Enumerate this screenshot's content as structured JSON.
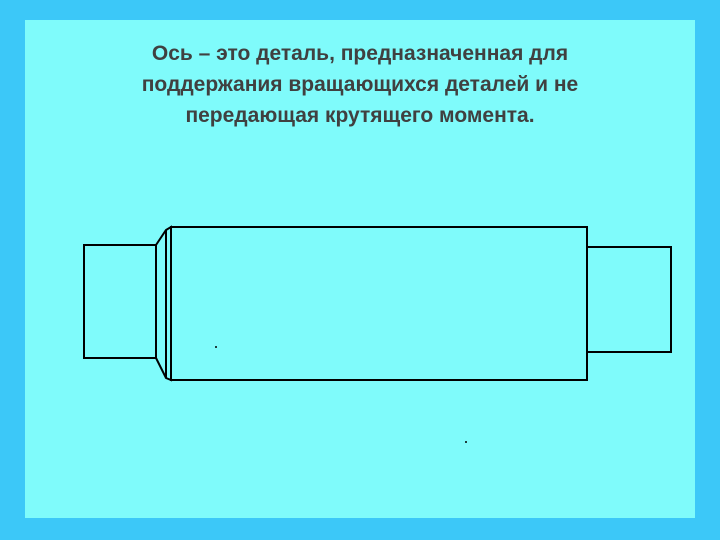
{
  "definition": {
    "lines": [
      "Ось – это деталь, предназначенная для",
      "поддержания вращающихся деталей и не",
      "передающая крутящего момента."
    ]
  },
  "colors": {
    "frame": "#3cc8f8",
    "background": "#7ffbfb",
    "text": "#404040",
    "line": "#000000"
  },
  "drawing": {
    "subject": "axle-side-view"
  }
}
